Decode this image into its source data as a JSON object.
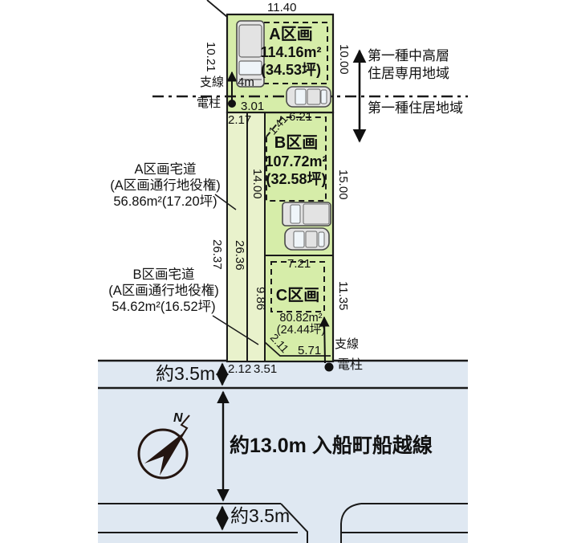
{
  "colors": {
    "parcel_green": "#d6eda9",
    "strip_green": "#e9f2cc",
    "road_blue": "#dfe8f2",
    "line": "#1a1a1a"
  },
  "parcels": {
    "a": {
      "name": "A区画",
      "area": "114.16m²",
      "tsubo": "(34.53坪)"
    },
    "b": {
      "name": "B区画",
      "area": "107.72m²",
      "tsubo": "(32.58坪)"
    },
    "c": {
      "name": "C区画",
      "area": "80.82m²",
      "tsubo": "(24.44坪)"
    }
  },
  "easements": {
    "a": {
      "title": "A区画宅道",
      "subtitle": "(A区画通行地役権)",
      "area": "56.86m²(17.20坪)"
    },
    "b": {
      "title": "B区画宅道",
      "subtitle": "(A区画通行地役権)",
      "area": "54.62m²(16.52坪)"
    }
  },
  "zoning": {
    "upper_1": "第一種中高層",
    "upper_2": "住居専用地域",
    "lower": "第一種住居地域"
  },
  "utility": {
    "guy_wire": "支線",
    "pole": "電柱",
    "pole_height": "4m"
  },
  "dims": {
    "top_width": "11.40",
    "a_left": "10.21",
    "a_right": "10.00",
    "zone_offset": "3.01",
    "strip_top": "2.17",
    "b_top": "6.21",
    "b_chamfer": "1.41",
    "b_left": "14.00",
    "b_right": "15.00",
    "c_top": "7.21",
    "c_left": "9.86",
    "c_right": "11.35",
    "c_chamfer": "2.11",
    "c_bottom": "5.71",
    "strip_bottom_1": "2.12",
    "strip_bottom_2": "3.51",
    "west_outer": "26.37",
    "west_inner": "26.36"
  },
  "road": {
    "near_sidewalk": "約3.5m",
    "main": "約13.0m 入船町船越線",
    "far_sidewalk": "約3.5m"
  },
  "compass": {
    "north": "N"
  }
}
